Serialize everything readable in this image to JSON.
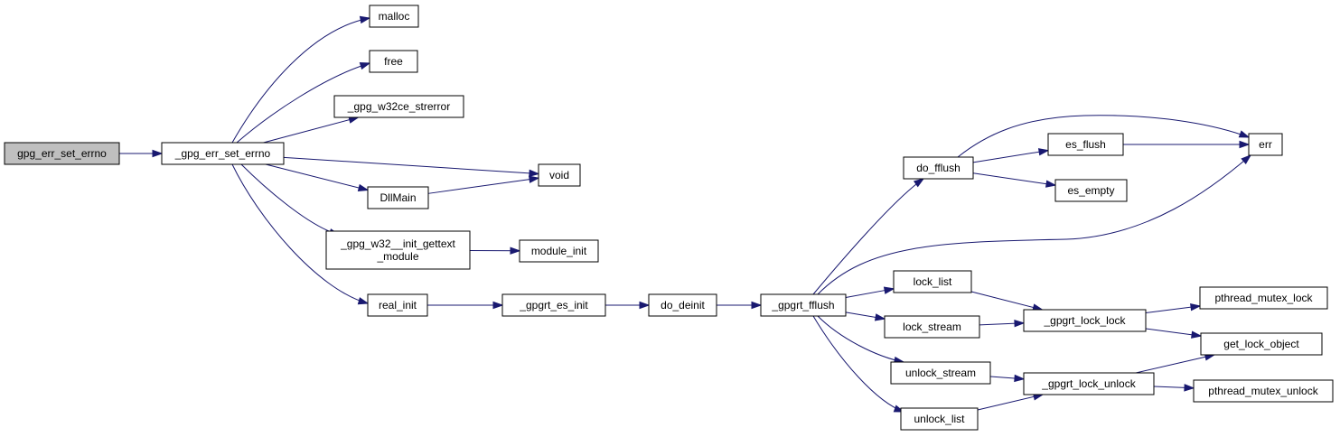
{
  "colors": {
    "edge": "#191970",
    "root_fill": "#bfbfbf",
    "node_fill": "#ffffff",
    "border": "#000000"
  },
  "nodes": {
    "gpg_err_set_errno": "gpg_err_set_errno",
    "_gpg_err_set_errno": "_gpg_err_set_errno",
    "malloc": "malloc",
    "free": "free",
    "_gpg_w32ce_strerror": "_gpg_w32ce_strerror",
    "void": "void",
    "DllMain": "DllMain",
    "_gpg_w32__init_gettext_module": [
      "_gpg_w32__init_gettext",
      "_module"
    ],
    "module_init": "module_init",
    "real_init": "real_init",
    "_gpgrt_es_init": "_gpgrt_es_init",
    "do_deinit": "do_deinit",
    "_gpgrt_fflush": "_gpgrt_fflush",
    "do_fflush": "do_fflush",
    "es_flush": "es_flush",
    "es_empty": "es_empty",
    "err": "err",
    "lock_list": "lock_list",
    "lock_stream": "lock_stream",
    "unlock_stream": "unlock_stream",
    "unlock_list": "unlock_list",
    "_gpgrt_lock_lock": "_gpgrt_lock_lock",
    "_gpgrt_lock_unlock": "_gpgrt_lock_unlock",
    "pthread_mutex_lock": "pthread_mutex_lock",
    "get_lock_object": "get_lock_object",
    "pthread_mutex_unlock": "pthread_mutex_unlock"
  },
  "edges": [
    [
      "gpg_err_set_errno",
      "_gpg_err_set_errno"
    ],
    [
      "_gpg_err_set_errno",
      "malloc"
    ],
    [
      "_gpg_err_set_errno",
      "free"
    ],
    [
      "_gpg_err_set_errno",
      "_gpg_w32ce_strerror"
    ],
    [
      "_gpg_err_set_errno",
      "void"
    ],
    [
      "_gpg_err_set_errno",
      "DllMain"
    ],
    [
      "_gpg_err_set_errno",
      "_gpg_w32__init_gettext_module"
    ],
    [
      "_gpg_err_set_errno",
      "real_init"
    ],
    [
      "DllMain",
      "void"
    ],
    [
      "_gpg_w32__init_gettext_module",
      "module_init"
    ],
    [
      "real_init",
      "_gpgrt_es_init"
    ],
    [
      "_gpgrt_es_init",
      "do_deinit"
    ],
    [
      "do_deinit",
      "_gpgrt_fflush"
    ],
    [
      "_gpgrt_fflush",
      "do_fflush"
    ],
    [
      "_gpgrt_fflush",
      "err"
    ],
    [
      "_gpgrt_fflush",
      "lock_list"
    ],
    [
      "_gpgrt_fflush",
      "lock_stream"
    ],
    [
      "_gpgrt_fflush",
      "unlock_stream"
    ],
    [
      "_gpgrt_fflush",
      "unlock_list"
    ],
    [
      "do_fflush",
      "err"
    ],
    [
      "do_fflush",
      "es_flush"
    ],
    [
      "do_fflush",
      "es_empty"
    ],
    [
      "es_flush",
      "err"
    ],
    [
      "lock_list",
      "_gpgrt_lock_lock"
    ],
    [
      "lock_stream",
      "_gpgrt_lock_lock"
    ],
    [
      "unlock_stream",
      "_gpgrt_lock_unlock"
    ],
    [
      "unlock_list",
      "_gpgrt_lock_unlock"
    ],
    [
      "_gpgrt_lock_lock",
      "pthread_mutex_lock"
    ],
    [
      "_gpgrt_lock_lock",
      "get_lock_object"
    ],
    [
      "_gpgrt_lock_unlock",
      "get_lock_object"
    ],
    [
      "_gpgrt_lock_unlock",
      "pthread_mutex_unlock"
    ]
  ]
}
